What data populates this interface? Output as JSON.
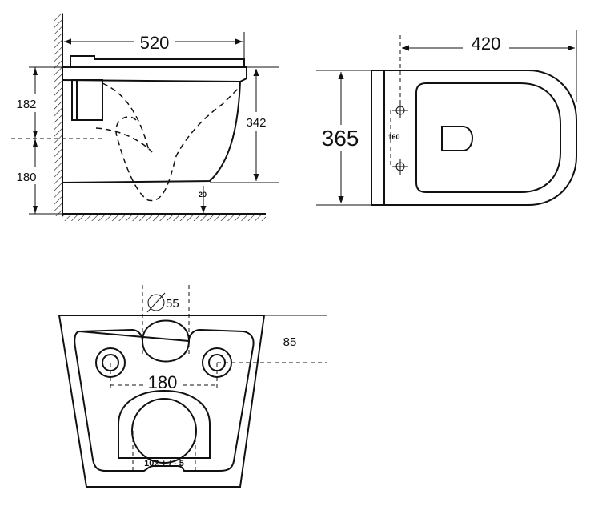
{
  "side_view": {
    "width_label": "520",
    "upper_height_label": "182",
    "lower_height_label": "180",
    "bowl_height_label": "342",
    "floor_gap_label": "20"
  },
  "top_view": {
    "length_label": "420",
    "width_label": "365",
    "bolt_spacing_label": "160"
  },
  "back_view": {
    "pipe_diameter_label": "55",
    "bolt_offset_label": "85",
    "bolt_spacing_label": "180",
    "outlet_label": "102 + / - 5"
  }
}
